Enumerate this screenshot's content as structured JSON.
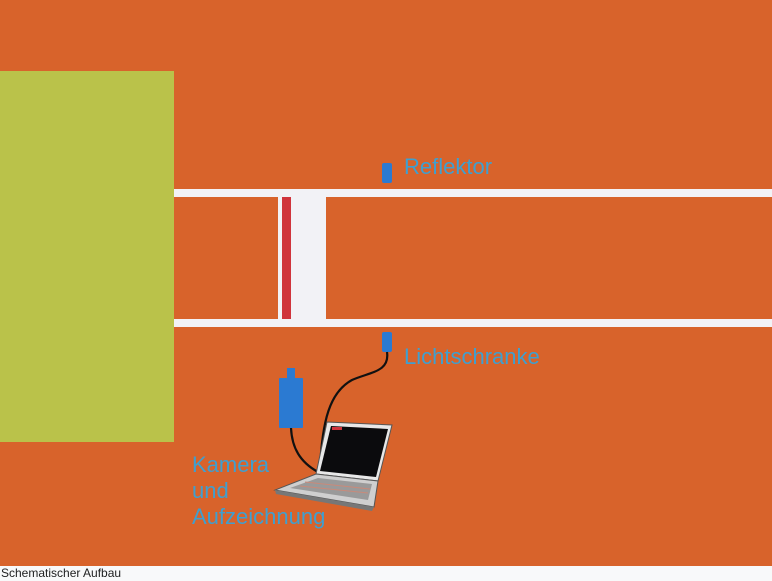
{
  "diagram": {
    "labels": {
      "reflector": "Reflektor",
      "light_barrier": "Lichtschranke",
      "camera_line1": "Kamera",
      "camera_line2": "und",
      "camera_line3": "Aufzeichnung"
    },
    "colors": {
      "background": "#d8632b",
      "green_field": "#bac24a",
      "rail": "#f2f2f6",
      "red_marker": "#d0343c",
      "device_blue": "#2b7ad2",
      "label_blue": "#3f9fcf",
      "cable": "#111111"
    }
  },
  "caption": "Schematischer Aufbau"
}
